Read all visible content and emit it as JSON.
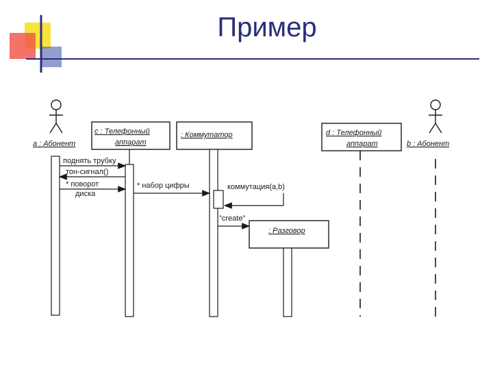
{
  "slide": {
    "title": "Пример",
    "accent_colors": {
      "yellow": "#f8e33a",
      "red": "#f2594b",
      "blue": "#3a4ea8",
      "title": "#2b2d7a"
    }
  },
  "diagram": {
    "actor_a": "a : Абонент",
    "actor_b": "b : Абонент",
    "phone_c_line1": "с : Телефонный",
    "phone_c_line2": "аппарат",
    "switch": ": Коммутатор",
    "phone_d_line1": "d : Телефонный",
    "phone_d_line2": "аппарат",
    "conversation": ": Разговор",
    "msg_lift": "поднять трубку",
    "msg_tone": "тон-сигнал()",
    "msg_dial_line1": "* поворот",
    "msg_dial_line2": "диска",
    "msg_digits": "* набор цифры",
    "msg_connect": "коммутация(a,b)",
    "msg_create": "\"create\""
  }
}
